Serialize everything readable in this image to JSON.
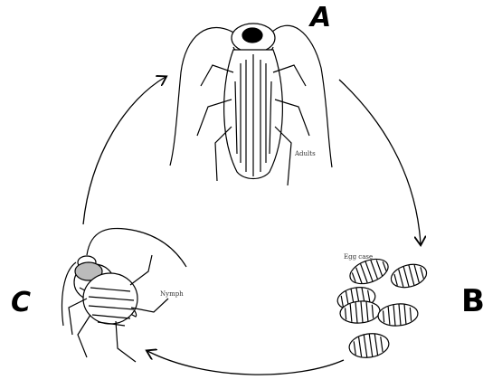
{
  "labels": {
    "a": "A",
    "b": "B",
    "c": "C"
  },
  "captions": {
    "adult": "Adults",
    "egg": "Egg case",
    "nymph": "Nymph"
  },
  "colors": {
    "ink": "#000000",
    "background": "#ffffff"
  },
  "icons": [
    "adult-cockroach-icon",
    "egg-case-icon",
    "nymph-icon",
    "cycle-arrow-icon"
  ]
}
